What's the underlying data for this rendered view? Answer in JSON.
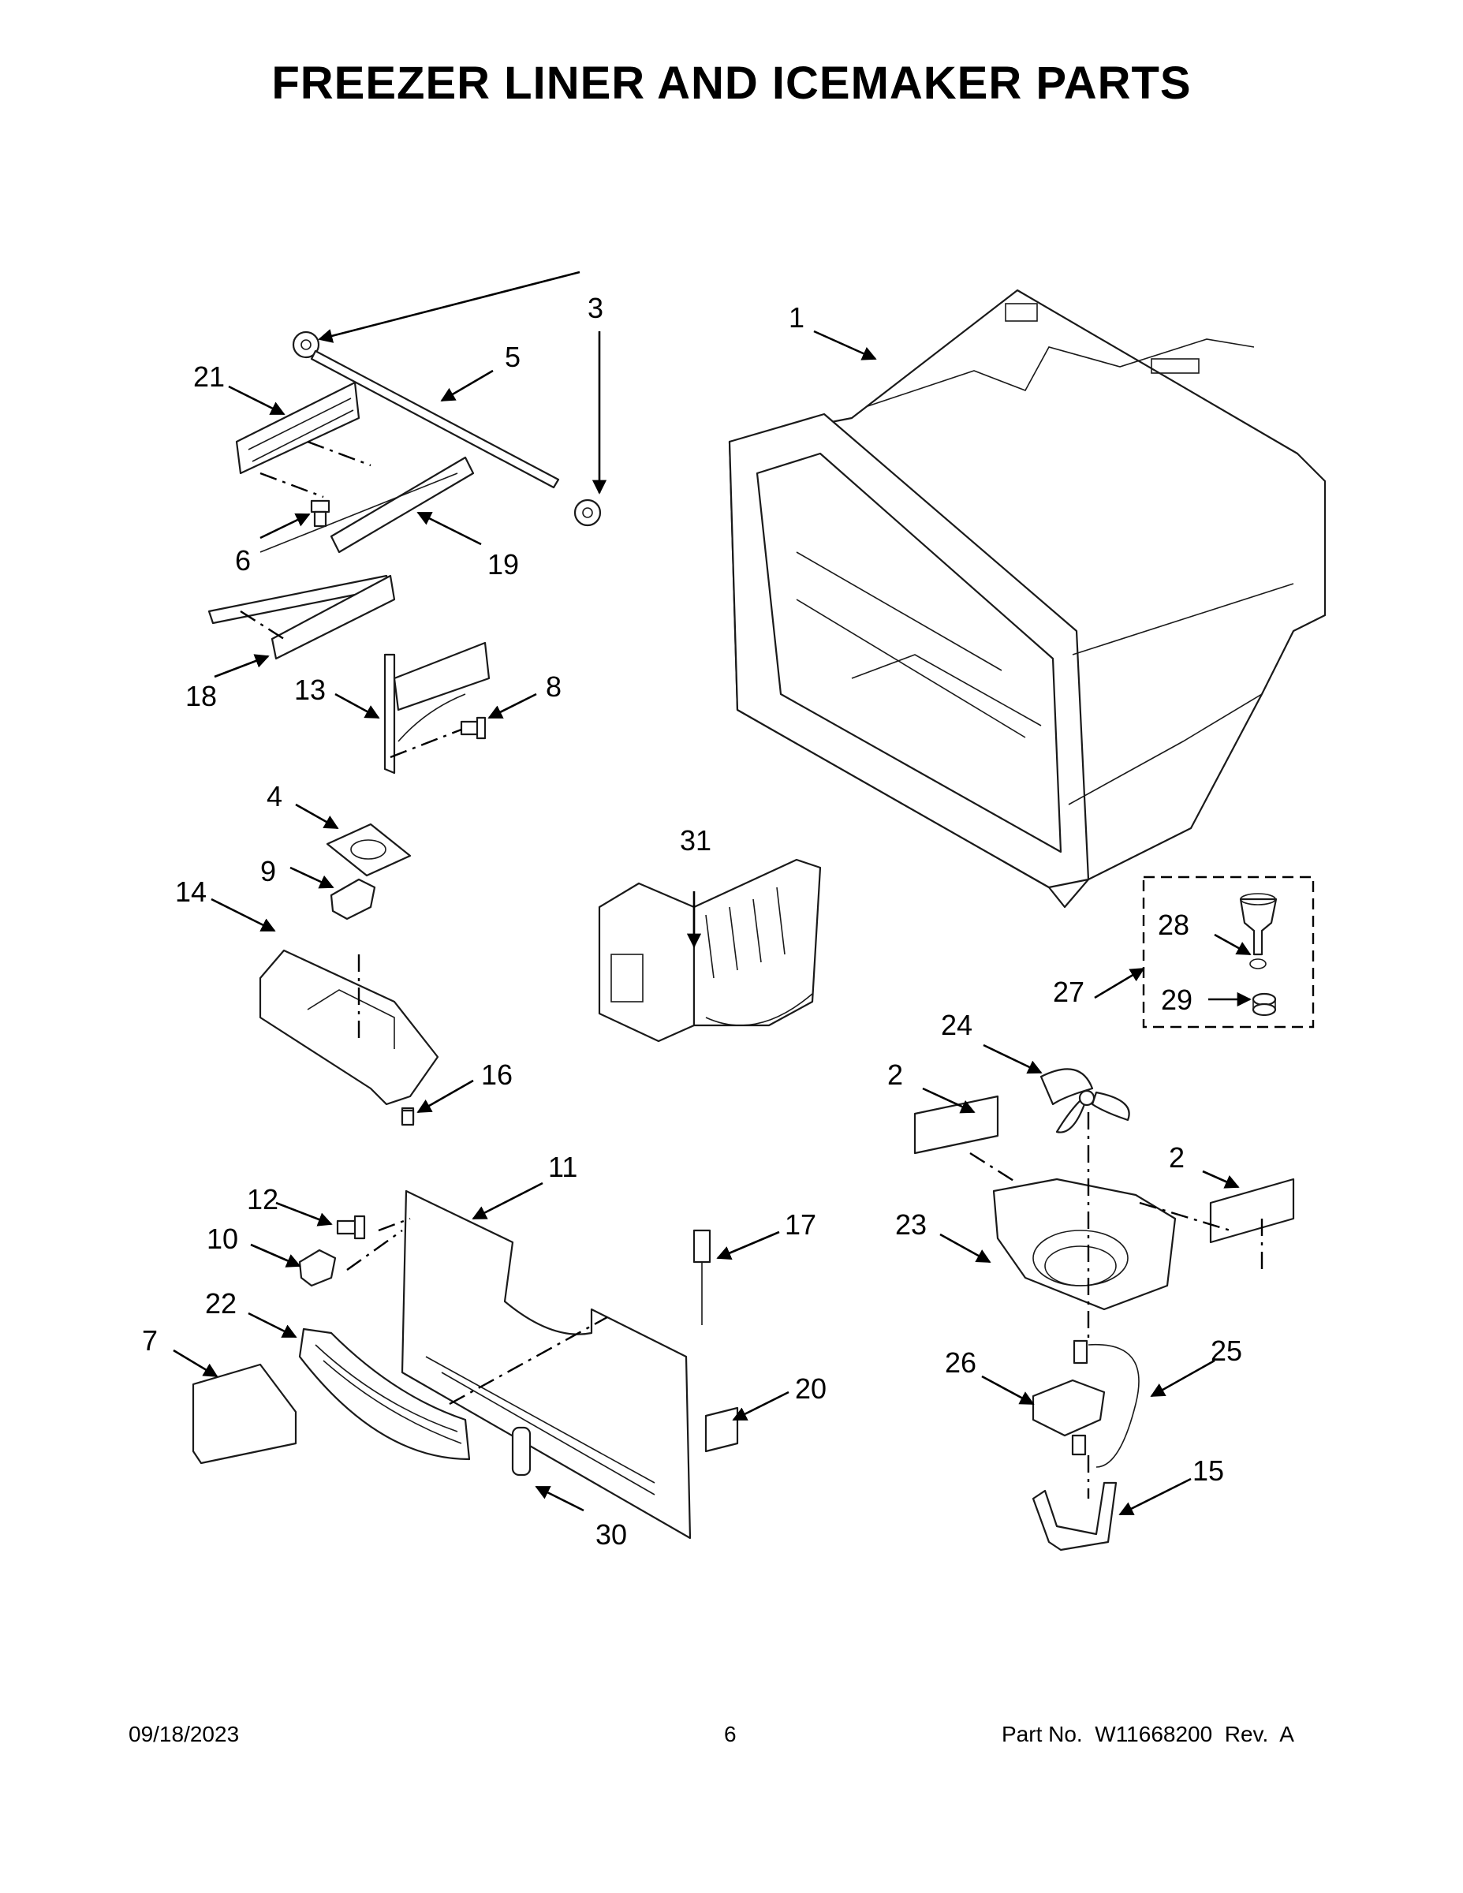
{
  "title": "FREEZER LINER AND ICEMAKER PARTS",
  "footer": {
    "date": "09/18/2023",
    "page": "6",
    "part_no": "Part No.  W11668200  Rev.  A"
  },
  "callouts": [
    "1",
    "2",
    "2",
    "3",
    "4",
    "5",
    "6",
    "7",
    "8",
    "9",
    "10",
    "11",
    "12",
    "13",
    "14",
    "15",
    "16",
    "17",
    "18",
    "19",
    "20",
    "21",
    "22",
    "23",
    "24",
    "25",
    "26",
    "27",
    "28",
    "29",
    "30",
    "31"
  ]
}
